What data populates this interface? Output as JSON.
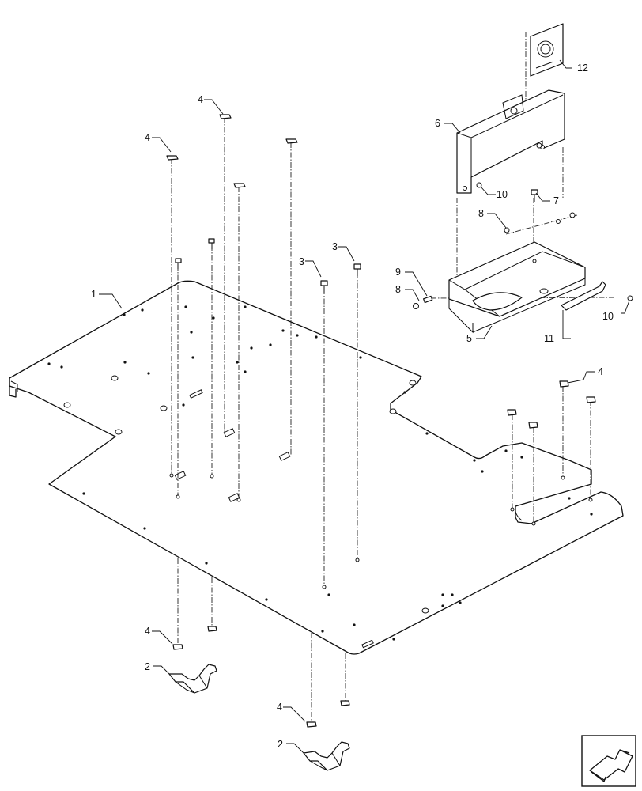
{
  "callouts": [
    "1",
    "2",
    "2",
    "3",
    "3",
    "4",
    "4",
    "4",
    "4",
    "4",
    "5",
    "6",
    "7",
    "8",
    "8",
    "9",
    "10",
    "10",
    "11",
    "12"
  ],
  "icons": {
    "nav": "next-page-arrow-icon"
  }
}
